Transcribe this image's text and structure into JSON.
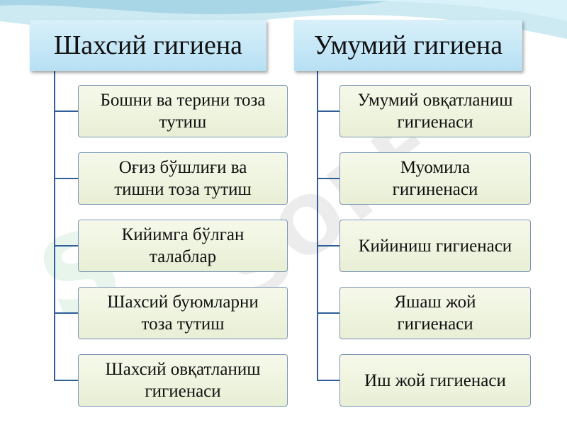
{
  "left": {
    "title": "Шахсий гигиена",
    "items": [
      "Бошни ва терини тоза\nтутиш",
      "Оғиз бўшлиғи ва\nтишни тоза тутиш",
      "Кийимга бўлган\nталаблар",
      "Шахсий буюмларни\nтоза тутиш",
      "Шахсий овқатланиш\nгигиенаси"
    ]
  },
  "right": {
    "title": "Умумий гигиена",
    "items": [
      "Умумий овқатланиш\nгигиенаси",
      "Муомила\nгигиненаси",
      "Кийиниш гигиенаси",
      "Яшаш жой\nгигиенаси",
      "Иш жой гигиенаси"
    ]
  },
  "watermark": "SOFF",
  "colors": {
    "header_bg": "#c6e8f7",
    "node_bg": "#eef3df",
    "connector": "#2f5e99",
    "background_swoosh": "#bfe3ef"
  }
}
